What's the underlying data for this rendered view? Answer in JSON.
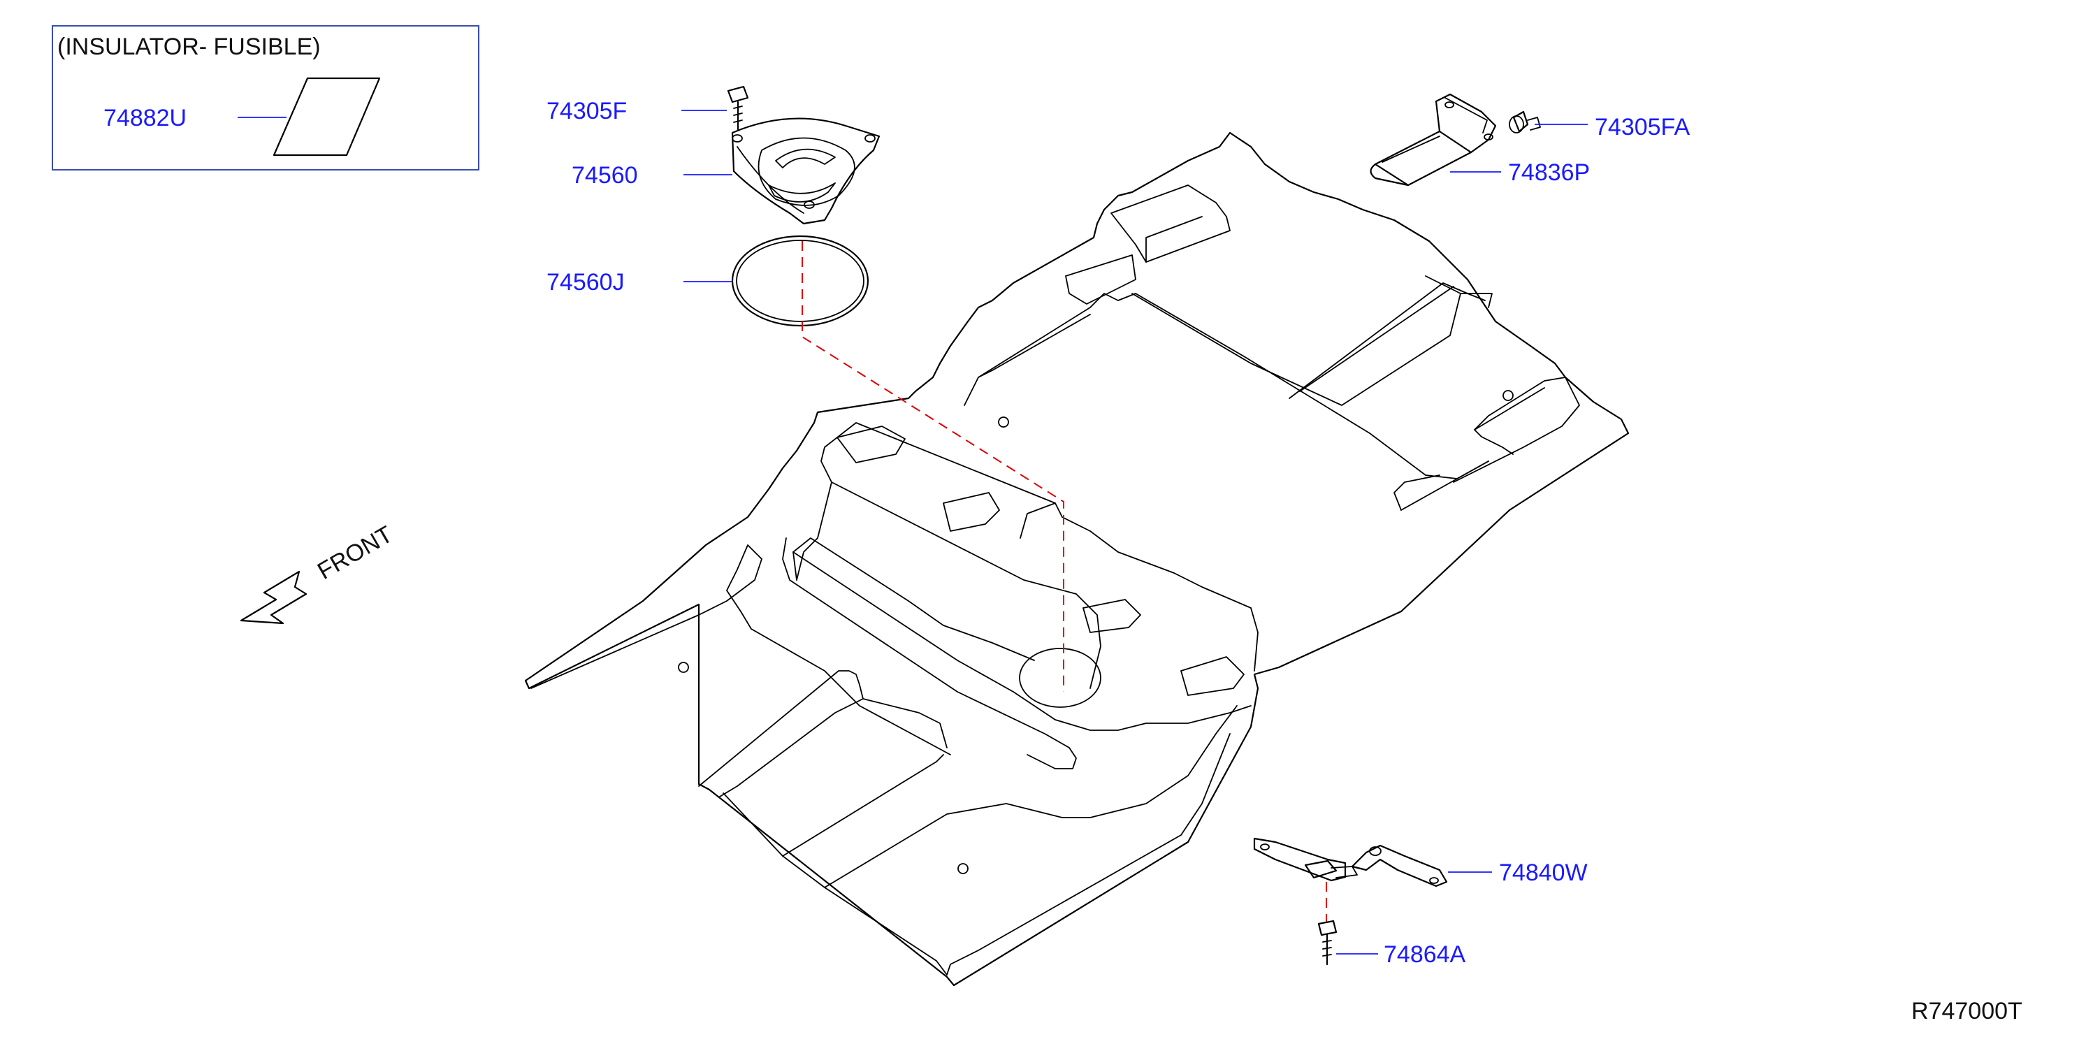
{
  "inset": {
    "title": "(INSULATOR-   FUSIBLE)",
    "part": "74882U"
  },
  "parts": {
    "bolt_top": "74305F",
    "cap": "74560",
    "ring": "74560J",
    "clip_right": "74305FA",
    "duct": "74836P",
    "bracket": "74840W",
    "bolt_bottom": "74864A"
  },
  "front_label": "FRONT",
  "diagram_code": "R747000T",
  "colors": {
    "label": "#1a1aff",
    "outline": "#000000",
    "dashed_reference": "#e00000"
  }
}
